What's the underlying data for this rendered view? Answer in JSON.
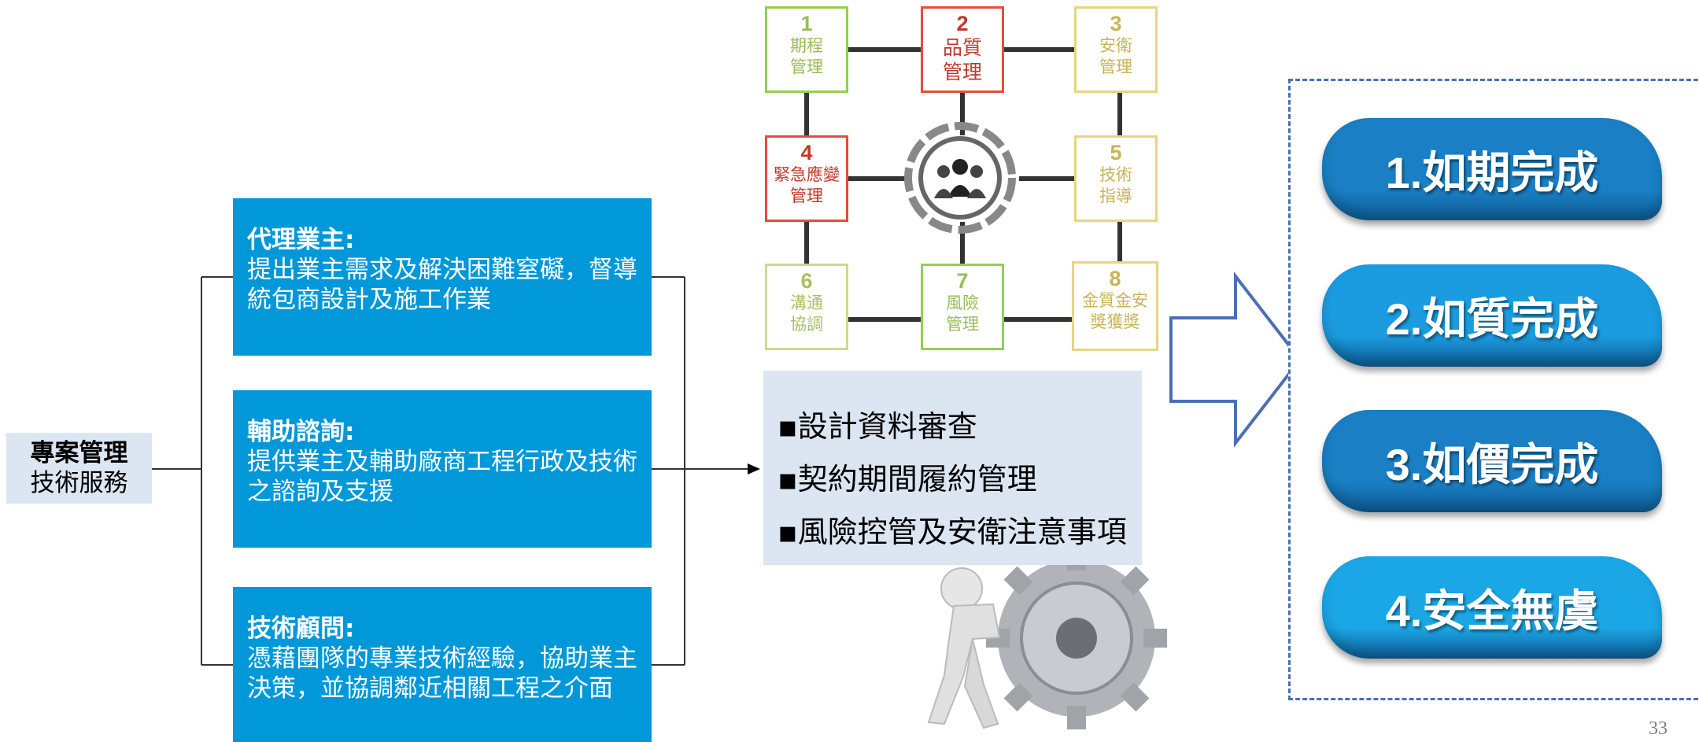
{
  "root": {
    "line1": "專案管理",
    "line2": "技術服務"
  },
  "roles": [
    {
      "title": "代理業主:",
      "desc": "提出業主需求及解決困難窒礙，督導統包商設計及施工作業"
    },
    {
      "title": "輔助諮詢:",
      "desc": "提供業主及輔助廠商工程行政及技術之諮詢及支援"
    },
    {
      "title": "技術顧問:",
      "desc": "憑藉團隊的專業技術經驗，協助業主決策，並協調鄰近相關工程之介面"
    }
  ],
  "grid": [
    {
      "num": "1",
      "line1": "期程",
      "line2": "管理",
      "color": "#92d050",
      "text_color": "#9bbb59"
    },
    {
      "num": "2",
      "line1": "品質",
      "line2": "管理",
      "color": "#e74c3c",
      "text_color": "#c0392b"
    },
    {
      "num": "3",
      "line1": "安衛",
      "line2": "管理",
      "color": "#e8d580",
      "text_color": "#c9b458"
    },
    {
      "num": "4",
      "line1": "緊急應變",
      "line2": "管理",
      "color": "#e74c3c",
      "text_color": "#c0392b"
    },
    {
      "num": "5",
      "line1": "技術",
      "line2": "指導",
      "color": "#e8d580",
      "text_color": "#c9b458"
    },
    {
      "num": "6",
      "line1": "溝通",
      "line2": "協調",
      "color": "#c8dc8c",
      "text_color": "#a8c060"
    },
    {
      "num": "7",
      "line1": "風險",
      "line2": "管理",
      "color": "#92d050",
      "text_color": "#9bbb59"
    },
    {
      "num": "8",
      "line1": "金質金安",
      "line2": "獎獲獎",
      "color": "#e8d580",
      "text_color": "#c9b458"
    }
  ],
  "center_icon": "team-people-icon",
  "bullets": [
    "▪設計資料審查",
    "▪契約期間履約管理",
    "▪風險控管及安衛注意事項"
  ],
  "figure_icon": "person-pushing-gear-icon",
  "results": [
    {
      "label": "1.如期完成",
      "color": "#1a7fc4"
    },
    {
      "label": "2.如質完成",
      "color": "#1b9be0"
    },
    {
      "label": "3.如價完成",
      "color": "#1a7fc4"
    },
    {
      "label": "4.安全無虞",
      "color": "#1ba6e6"
    }
  ],
  "page_number": "33",
  "colors": {
    "role_box": "#0098d8",
    "light_box": "#dce6f2",
    "arrow": "#4a6fb5",
    "connector": "#333333"
  }
}
